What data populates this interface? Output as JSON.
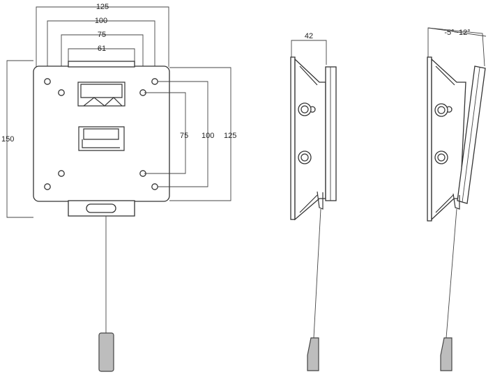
{
  "front_view": {
    "dim_125_top": "125",
    "dim_100_top": "100",
    "dim_75_top": "75",
    "dim_61": "61",
    "dim_150_left": "150",
    "dim_75_right": "75",
    "dim_100_right": "100",
    "dim_125_right": "125"
  },
  "side_view": {
    "depth": "42"
  },
  "tilt_view": {
    "tilt_range": "-5°~12°"
  }
}
